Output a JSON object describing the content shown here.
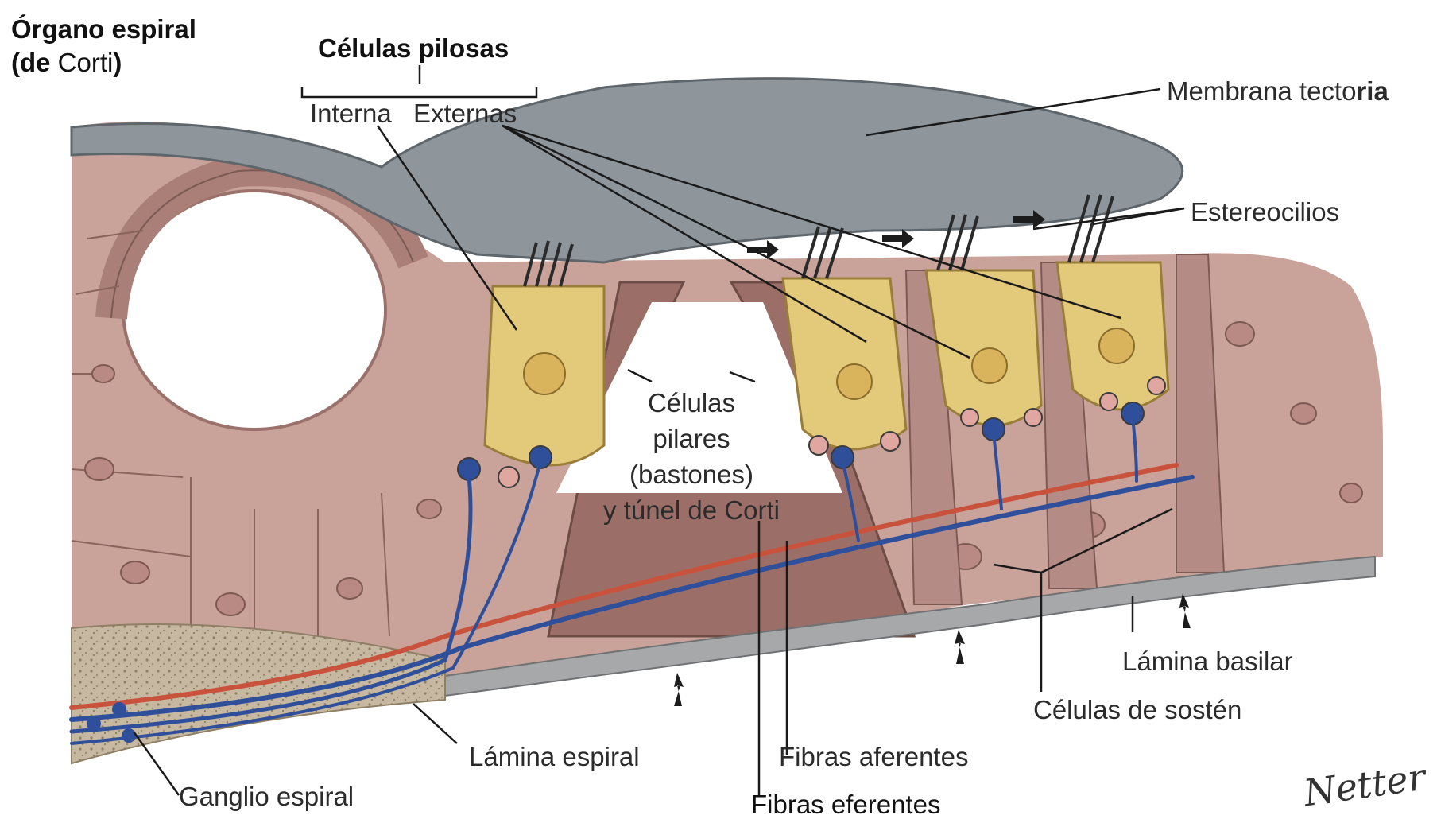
{
  "title": {
    "line1": "Órgano espiral",
    "line2_prefix": "(de ",
    "line2_name": "Corti",
    "line2_suffix": ")"
  },
  "labels": {
    "celulas_pilosas": "Células pilosas",
    "interna": "Interna",
    "externas": "Externas",
    "membrana_tectoria_prefix": "Membrana tecto",
    "membrana_tectoria_suffix": "ria",
    "estereocilios": "Estereocilios",
    "celulas_pilares_line1": "Células",
    "celulas_pilares_line2": "pilares",
    "celulas_pilares_line3": "(bastones)",
    "celulas_pilares_line4": "y túnel de Corti",
    "lamina_basilar": "Lámina basilar",
    "celulas_sosten": "Células de sostén",
    "lamina_espiral": "Lámina espiral",
    "fibras_aferentes": "Fibras aferentes",
    "ganglio_espiral": "Ganglio espiral",
    "fibras_eferentes": "Fibras eferentes"
  },
  "colors": {
    "tectorial": "#8e969c",
    "tissue": "#c9a39a",
    "tissue_dark": "#a97f78",
    "pillar": "#9b6f68",
    "hair_cell": "#e3c97a",
    "basilar": "#a6a8aa",
    "afferent": "#2f4f9a",
    "efferent": "#c9523d",
    "nucleus": "#b98a84"
  },
  "signature": "Netter"
}
